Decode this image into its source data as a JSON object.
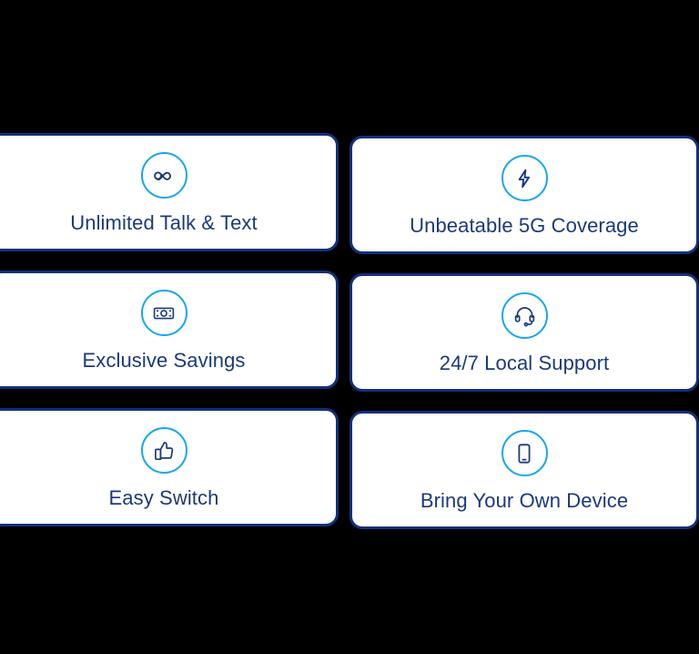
{
  "theme": {
    "background": "#000000",
    "card_background": "#ffffff",
    "card_border": "#11307e",
    "icon_ring": "#16a7f0",
    "label_color": "#1b3a7d"
  },
  "features": {
    "cards": [
      {
        "id": "unlimited-talk-text",
        "label": "Unlimited Talk & Text",
        "icon": "infinity-icon",
        "column": "left"
      },
      {
        "id": "unbeatable-5g-coverage",
        "label": "Unbeatable 5G Coverage",
        "icon": "lightning-bolt-icon",
        "column": "right"
      },
      {
        "id": "exclusive-savings",
        "label": "Exclusive Savings",
        "icon": "banknote-icon",
        "column": "left"
      },
      {
        "id": "local-support",
        "label": "24/7 Local Support",
        "icon": "headset-icon",
        "column": "right"
      },
      {
        "id": "easy-switch",
        "label": "Easy Switch",
        "icon": "thumbs-up-icon",
        "column": "left"
      },
      {
        "id": "bring-your-own-device",
        "label": "Bring Your Own Device",
        "icon": "smartphone-icon",
        "column": "right"
      }
    ]
  }
}
